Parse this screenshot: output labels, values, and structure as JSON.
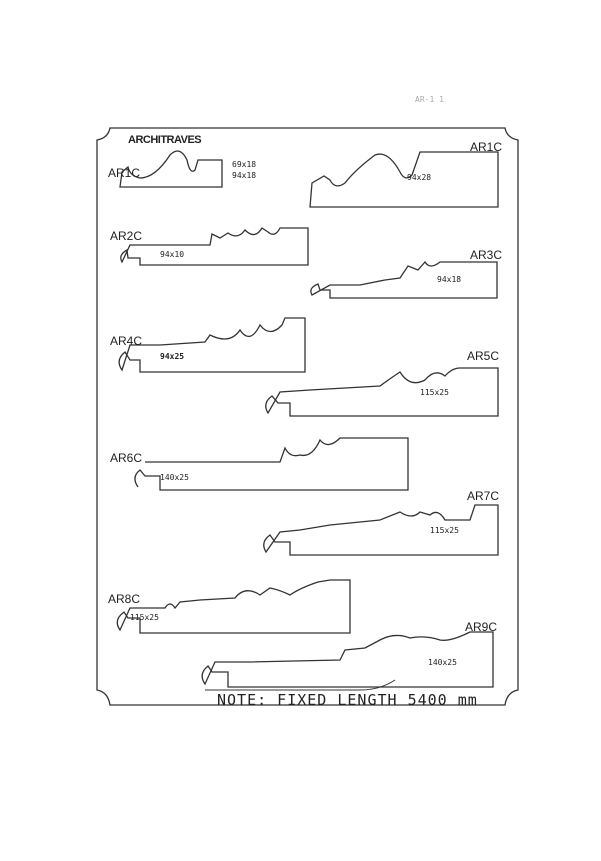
{
  "header_faint": "AR-1 1",
  "title": "ARCHITRAVES",
  "profiles": [
    {
      "code": "AR1C",
      "dims": [
        "69x18",
        "94x18"
      ]
    },
    {
      "code": "AR1C",
      "dims": [
        "94x28"
      ]
    },
    {
      "code": "AR2C",
      "dims": [
        "94x10"
      ]
    },
    {
      "code": "AR3C",
      "dims": [
        "94x18"
      ]
    },
    {
      "code": "AR4C",
      "dims": [
        "94x25"
      ]
    },
    {
      "code": "AR5C",
      "dims": [
        "115x25"
      ]
    },
    {
      "code": "AR6C",
      "dims": [
        "140x25"
      ]
    },
    {
      "code": "AR7C",
      "dims": [
        "115x25"
      ]
    },
    {
      "code": "AR8C",
      "dims": [
        "115x25"
      ]
    },
    {
      "code": "AR9C",
      "dims": [
        "140x25"
      ]
    }
  ],
  "note": "NOTE: FIXED LENGTH 5400 mm"
}
